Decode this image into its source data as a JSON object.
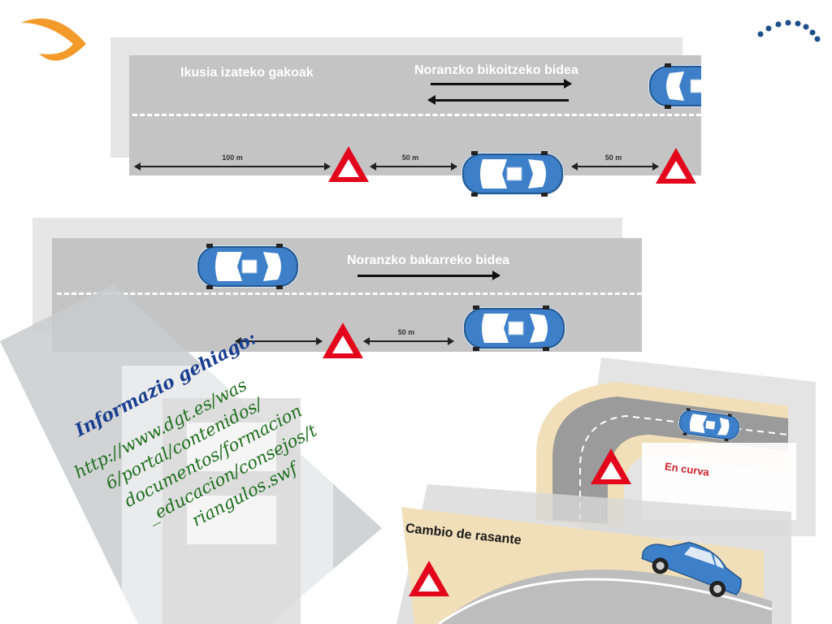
{
  "slide": {
    "two_way": {
      "visibility_label": "Ikusia izateko gakoak",
      "title": "Noranzko bikoitzeko bidea",
      "distances": [
        "100 m",
        "50 m",
        "50 m"
      ]
    },
    "one_way": {
      "title": "Noranzko bakarreko bidea",
      "distances": [
        "50 m"
      ]
    },
    "more_info": {
      "heading": "Informazio gehiago:",
      "url_lines": [
        "http://www.dgt.es/was",
        "6/portal/contenidos/",
        "documentos/formacion",
        "_educacion/consejos/t",
        "riangulos.swf"
      ]
    },
    "curve": {
      "label": "En curva"
    },
    "hill": {
      "label": "Cambio de rasante"
    }
  },
  "colors": {
    "logo_orange": "#f39a2a",
    "logo_blue": "#1c4f8c",
    "road": "#c4c4c4",
    "car_blue": "#3d7fc8",
    "triangle_red": "#e3051b",
    "heading_blue": "#1a3f8f",
    "url_green": "#1e6e1e",
    "curve_sand": "#f1dfb9",
    "curve_text": "#d0202a"
  }
}
